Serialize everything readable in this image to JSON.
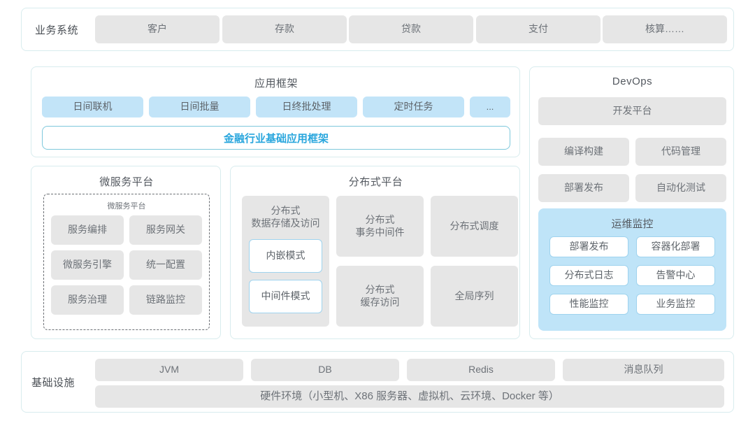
{
  "theme": {
    "page_bg": "#ffffff",
    "card_border": "#d8ecee",
    "chip_grey": "#e6e6e6",
    "chip_blue": "#c2e4f8",
    "accent_cyan": "#29a6dd",
    "outline_blue": "#9fd3ee",
    "ops_panel_blue": "#bfe4f8",
    "text_grey": "#6d7278"
  },
  "business_systems": {
    "label": "业务系统",
    "items": [
      {
        "label": "客户"
      },
      {
        "label": "存款"
      },
      {
        "label": "贷款"
      },
      {
        "label": "支付"
      },
      {
        "label": "核算……"
      }
    ]
  },
  "app_framework": {
    "title": "应用框架",
    "tags": [
      {
        "label": "日间联机"
      },
      {
        "label": "日间批量"
      },
      {
        "label": "日终批处理"
      },
      {
        "label": "定时任务"
      },
      {
        "label": "..."
      }
    ],
    "banner": "金融行业基础应用框架"
  },
  "microservice_platform": {
    "title": "微服务平台",
    "subtitle": "微服务平台",
    "items": [
      {
        "label": "服务编排"
      },
      {
        "label": "服务网关"
      },
      {
        "label": "微服务引擎"
      },
      {
        "label": "统一配置"
      },
      {
        "label": "服务治理"
      },
      {
        "label": "链路监控"
      }
    ]
  },
  "distributed_platform": {
    "title": "分布式平台",
    "storage": {
      "label": "分布式\n数据存储及访问",
      "modes": [
        {
          "label": "内嵌模式"
        },
        {
          "label": "中间件模式"
        }
      ]
    },
    "items": [
      {
        "label": "分布式\n事务中间件"
      },
      {
        "label": "分布式调度"
      },
      {
        "label": "分布式\n缓存访问"
      },
      {
        "label": "全局序列"
      }
    ]
  },
  "devops": {
    "title": "DevOps",
    "platform": {
      "label": "开发平台"
    },
    "items": [
      {
        "label": "编译构建"
      },
      {
        "label": "代码管理"
      },
      {
        "label": "部署发布"
      },
      {
        "label": "自动化测试"
      }
    ],
    "ops_monitoring": {
      "title": "运维监控",
      "items": [
        {
          "label": "部署发布"
        },
        {
          "label": "容器化部署"
        },
        {
          "label": "分布式日志"
        },
        {
          "label": "告警中心"
        },
        {
          "label": "性能监控"
        },
        {
          "label": "业务监控"
        }
      ]
    }
  },
  "infrastructure": {
    "label": "基础设施",
    "items": [
      {
        "label": "JVM"
      },
      {
        "label": "DB"
      },
      {
        "label": "Redis"
      },
      {
        "label": "消息队列"
      }
    ],
    "hardware": "硬件环境（小型机、X86 服务器、虚拟机、云环境、Docker 等）"
  }
}
